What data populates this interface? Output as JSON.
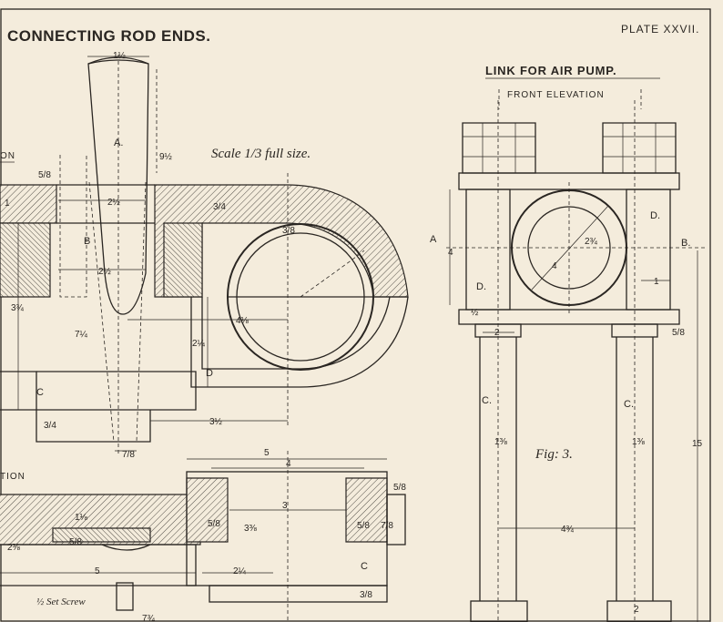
{
  "plate": {
    "title": "CONNECTING ROD ENDS.",
    "plate_number": "PLATE XXVII.",
    "scale_note": "Scale 1/3 full size.",
    "left_view_label_top": "ON",
    "left_view_label_bottom": "TION"
  },
  "pump": {
    "title": "LINK FOR AIR PUMP.",
    "subtitle": "FRONT ELEVATION",
    "figure": "Fig: 3."
  },
  "rod_labels": {
    "a": "A.",
    "b": "B",
    "c": "C",
    "d": "D"
  },
  "pump_labels": {
    "a": "A",
    "b": "B.",
    "c_left": "C.",
    "c_right": "C.",
    "d_left": "D.",
    "d_right": "D."
  },
  "dimensions": {
    "d1": "1½",
    "d2": "9½",
    "d3": "5/8",
    "d4": "2½",
    "d5": "2½",
    "d6": "3/4",
    "d7": "3/8",
    "d8": "3¾",
    "d9": "7¼",
    "d10": "4⅛",
    "d11": "2¼",
    "d12": "3/4",
    "d13": "3½",
    "d14": "7/8",
    "d15": "5",
    "d16": "4",
    "d17": "3",
    "d18": "3⅜",
    "d19": "5/8",
    "d20": "5/8",
    "d21": "5/8",
    "d22": "7/8",
    "d23": "1⅛",
    "d24": "5/8",
    "d25": "2⅜",
    "d26": "5",
    "d27": "2¼",
    "d28": "3/8",
    "d29": "7¾",
    "d30": "1",
    "set_screw": "½ Set Screw",
    "p1": "4",
    "p2": "2¾",
    "p3": "4",
    "p4": "1",
    "p5": "½",
    "p6": "2",
    "p7": "5/8",
    "p8": "1⅜",
    "p9": "1⅜",
    "p10": "15",
    "p11": "4¾",
    "p12": "2"
  }
}
